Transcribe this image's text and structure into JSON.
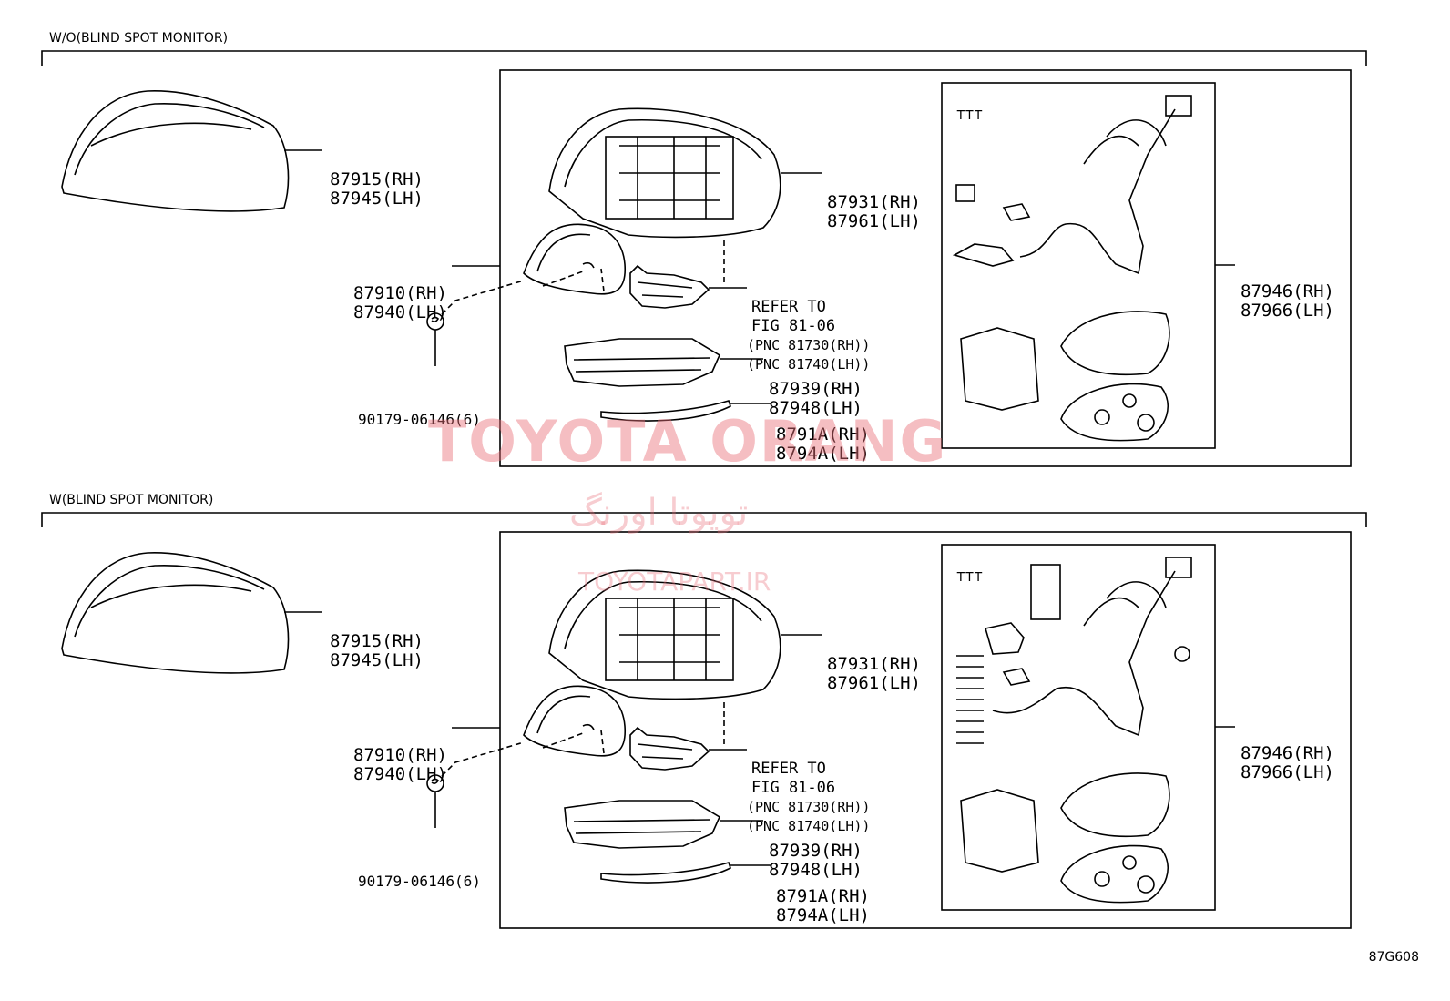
{
  "sections": [
    {
      "title": "W/O(BLIND SPOT MONITOR)",
      "labels": {
        "cover_rh": "87915(RH)",
        "cover_lh": "87945(LH)",
        "mirror_rh": "87910(RH)",
        "mirror_lh": "87940(LH)",
        "clip": "90179-06146(6)",
        "housing_rh": "87931(RH)",
        "housing_lh": "87961(LH)",
        "refer1": "REFER TO",
        "refer2": "FIG 81-06",
        "pnc_rh": "(PNC 81730(RH))",
        "pnc_lh": "(PNC 81740(LH))",
        "lamp_rh": "87939(RH)",
        "lamp_lh": "87948(LH)",
        "lens_rh": "8791A(RH)",
        "lens_lh": "8794A(LH)",
        "harness_rh": "87946(RH)",
        "harness_lh": "87966(LH)"
      }
    },
    {
      "title": "W(BLIND SPOT MONITOR)",
      "labels": {
        "cover_rh": "87915(RH)",
        "cover_lh": "87945(LH)",
        "mirror_rh": "87910(RH)",
        "mirror_lh": "87940(LH)",
        "clip": "90179-06146(6)",
        "housing_rh": "87931(RH)",
        "housing_lh": "87961(LH)",
        "refer1": "REFER TO",
        "refer2": "FIG 81-06",
        "pnc_rh": "(PNC 81730(RH))",
        "pnc_lh": "(PNC 81740(LH))",
        "lamp_rh": "87939(RH)",
        "lamp_lh": "87948(LH)",
        "lens_rh": "8791A(RH)",
        "lens_lh": "8794A(LH)",
        "harness_rh": "87946(RH)",
        "harness_lh": "87966(LH)"
      }
    }
  ],
  "figure_code": "87G608",
  "watermark": {
    "brand": "TOYOTA ORANG",
    "farsi": "تویوتا اورنگ",
    "site": "TOYOTAPART.IR"
  }
}
